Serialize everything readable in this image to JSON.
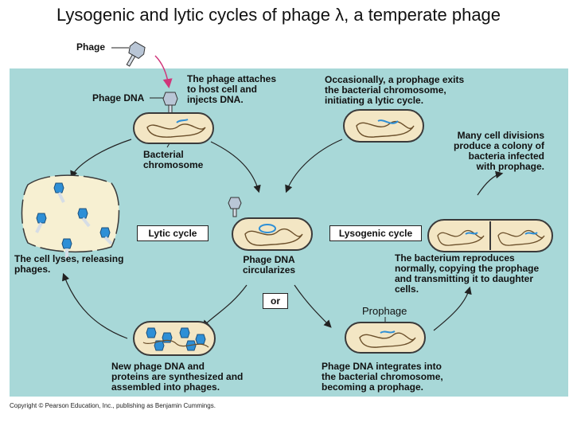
{
  "title": "Lysogenic and lytic cycles of phage λ, a temperate phage",
  "labels": {
    "phage": "Phage",
    "phage_dna": "Phage DNA",
    "attach": "The phage attaches\nto host cell and\ninjects DNA.",
    "bacterial_chromosome": "Bacterial\nchromosome",
    "occasionally": "Occasionally, a prophage exits\nthe bacterial chromosome,\ninitiating a lytic cycle.",
    "many_divisions": "Many cell divisions\nproduce a colony of\nbacteria infected\nwith prophage.",
    "lytic_cycle": "Lytic cycle",
    "lysogenic_cycle": "Lysogenic cycle",
    "cell_lyses": "The cell lyses, releasing\nphages.",
    "circularizes": "Phage DNA\ncircularizes",
    "or": "or",
    "reproduces": "The bacterium reproduces\nnormally, copying the prophage\nand transmitting it to daughter\ncells.",
    "prophage": "Prophage",
    "synthesized": "New phage DNA and\nproteins are synthesized and\nassembled into phages.",
    "integrates": "Phage DNA integrates into\nthe bacterial chromosome,\nbecoming a prophage."
  },
  "copyright": "Copyright © Pearson Education, Inc., publishing as Benjamin Cummings.",
  "colors": {
    "panel": "#a8d8d8",
    "cell_fill": "#f3e6c4",
    "cell_outline": "#3a3a3a",
    "phage_dna": "#2e8fd6",
    "arrow_pink": "#d0357a"
  }
}
